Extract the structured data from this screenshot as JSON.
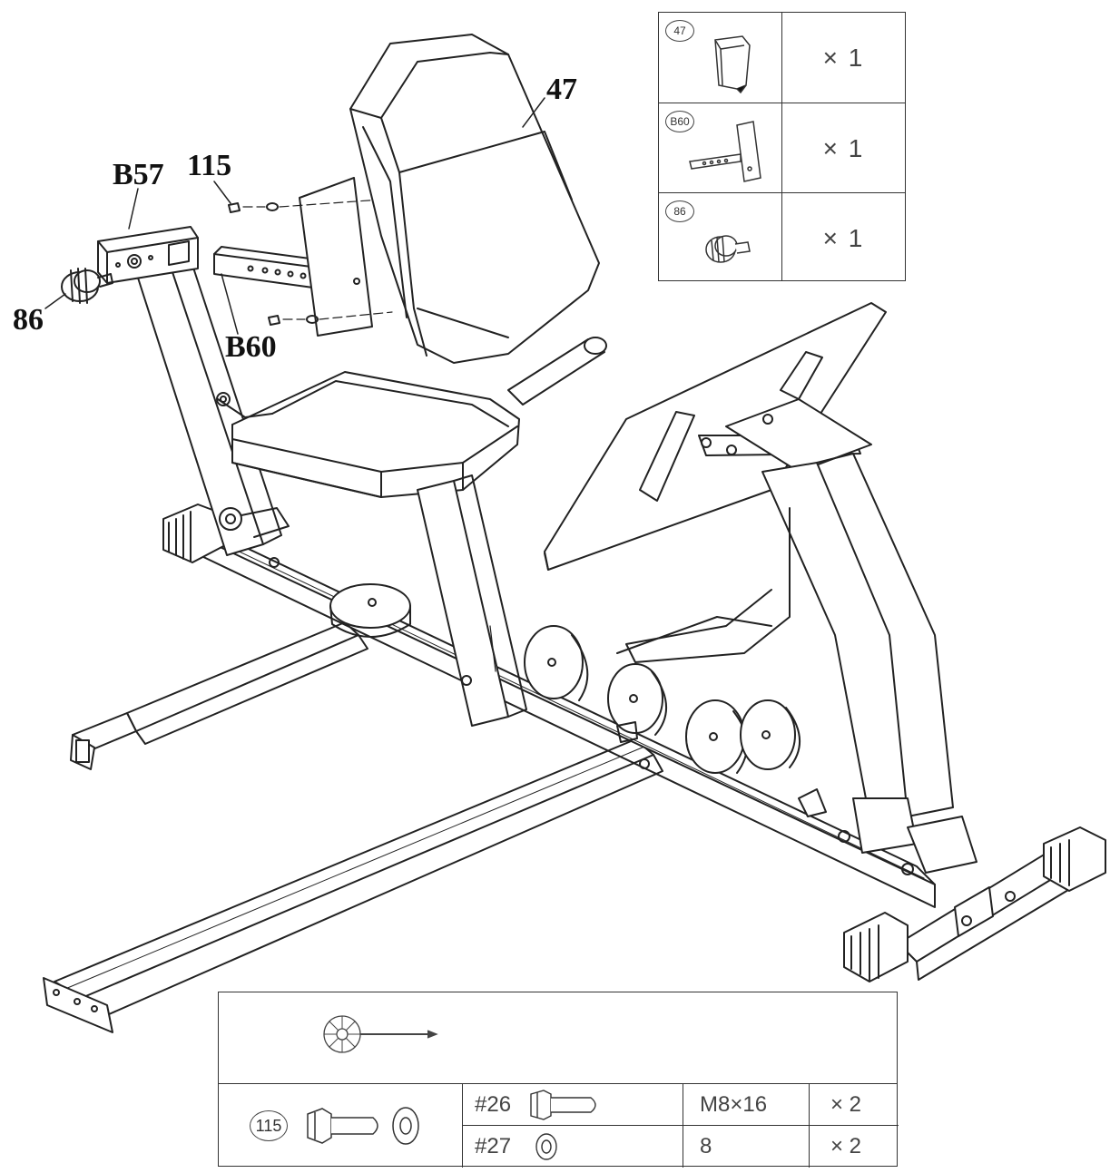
{
  "callouts": {
    "c47": "47",
    "cB57": "B57",
    "c115": "115",
    "c86": "86",
    "cB60": "B60"
  },
  "parts_table": {
    "rows": [
      {
        "tag": "47",
        "qty": "× 1"
      },
      {
        "tag": "B60",
        "qty": "× 1"
      },
      {
        "tag": "86",
        "qty": "× 1"
      }
    ]
  },
  "hardware_table": {
    "group_label": "115",
    "items": [
      {
        "code": "#26",
        "size": "M8×16",
        "qty": "× 2"
      },
      {
        "code": "#27",
        "size": "8",
        "qty": "× 2"
      }
    ]
  },
  "icons": [
    "allen-wrench-icon",
    "bolt-icon",
    "washer-icon",
    "seat-back-pad-icon",
    "bracket-icon",
    "knob-icon"
  ]
}
